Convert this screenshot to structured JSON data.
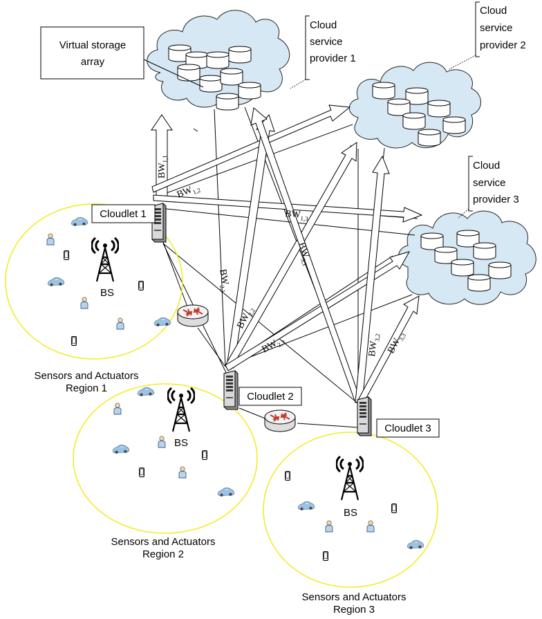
{
  "labels": {
    "virtual_storage": [
      "Virtual storage",
      "array"
    ],
    "csp1": [
      "Cloud",
      "service",
      "provider 1"
    ],
    "csp2": [
      "Cloud",
      "service",
      "provider 2"
    ],
    "csp3": [
      "Cloud",
      "service",
      "provider 3"
    ],
    "cloudlet1": "Cloudlet 1",
    "cloudlet2": "Cloudlet 2",
    "cloudlet3": "Cloudlet 3",
    "bs": "BS",
    "region1": [
      "Sensors and Actuators",
      "Region 1"
    ],
    "region2": [
      "Sensors and Actuators",
      "Region 2"
    ],
    "region3": [
      "Sensors and Actuators",
      "Region 3"
    ]
  },
  "bandwidth": {
    "prefix": "BW",
    "links": [
      {
        "id": "bw-1-1",
        "sub": "1,1"
      },
      {
        "id": "bw-1-2",
        "sub": "1,2"
      },
      {
        "id": "bw-1-3",
        "sub": "1,3"
      },
      {
        "id": "bw-2-1",
        "sub": "2,1"
      },
      {
        "id": "bw-2-2",
        "sub": "2,2"
      },
      {
        "id": "bw-2-3",
        "sub": "2,3"
      },
      {
        "id": "bw-3-1",
        "sub": "3,1"
      },
      {
        "id": "bw-3-2",
        "sub": "3,2"
      },
      {
        "id": "bw-3-3",
        "sub": "3,3"
      }
    ]
  },
  "colors": {
    "cloud_fill": "#d6e8f4",
    "region_outline": "#f4ea2a",
    "router_arrows": "#c0392b",
    "car": "#9cc3e3",
    "person": "#b9d3ea"
  }
}
